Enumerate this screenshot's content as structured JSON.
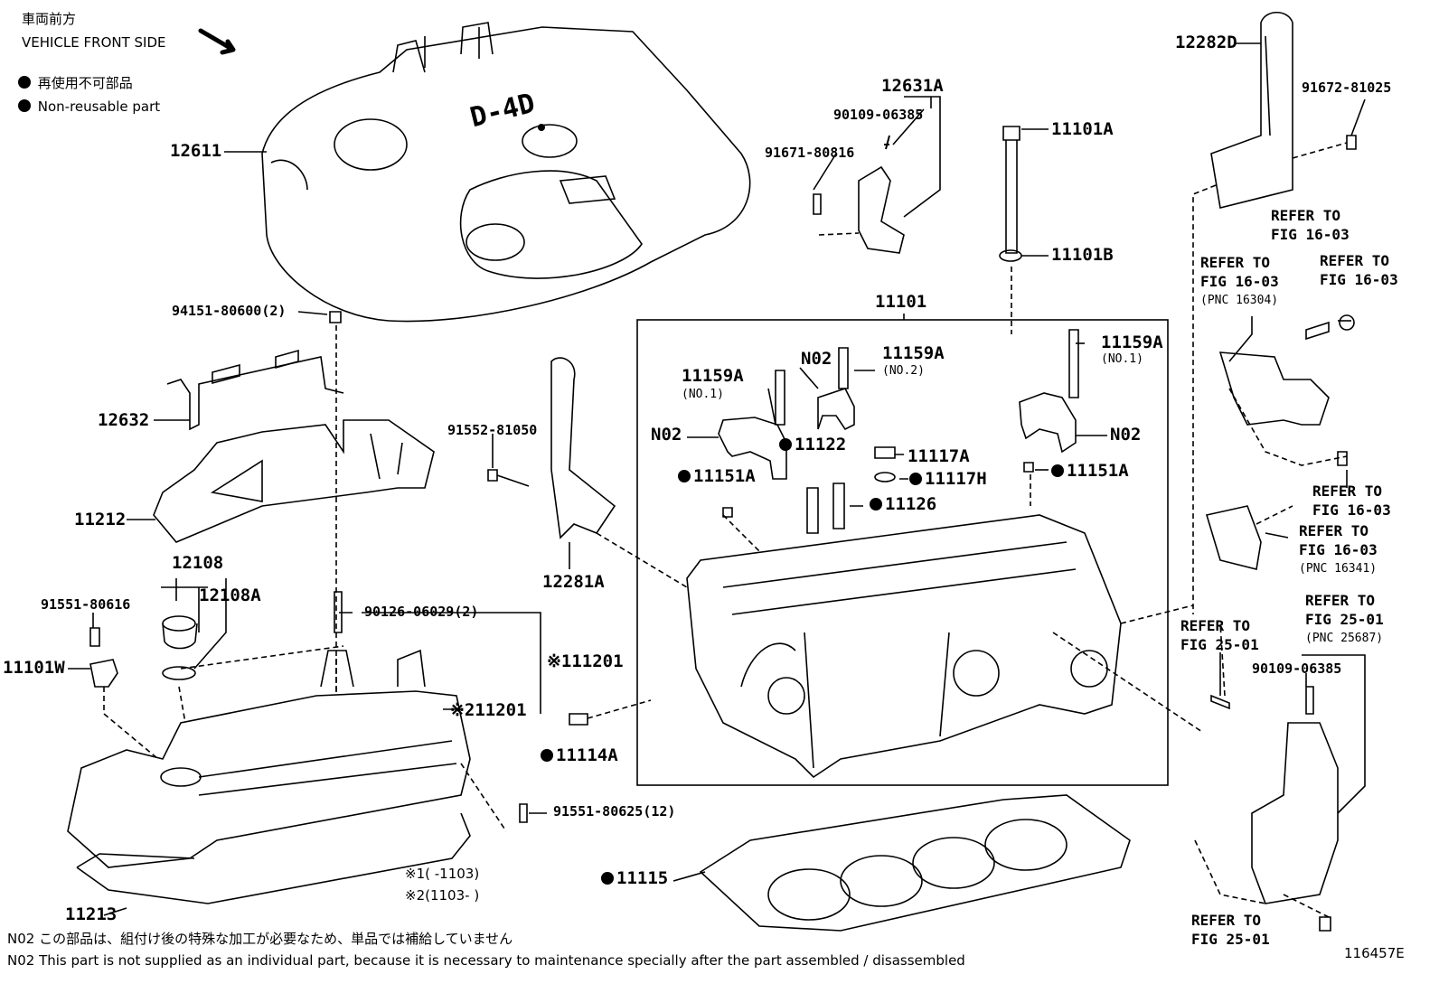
{
  "header": {
    "front_jp": "車両前方",
    "front_en": "VEHICLE FRONT SIDE",
    "legend_jp": "再使用不可部品",
    "legend_en": "Non-reusable part"
  },
  "parts": {
    "p12611": "12611",
    "p12631A": "12631A",
    "p90109_06385_a": "90109-06385",
    "p91671_80816": "91671-80816",
    "p11101A": "11101A",
    "p11101B": "11101B",
    "p11101": "11101",
    "p12282D": "12282D",
    "p91672_81025": "91672-81025",
    "p94151_80600": "94151-80600(2)",
    "p12632": "12632",
    "p11212": "11212",
    "p12108": "12108",
    "p12108A": "12108A",
    "p91551_80616": "91551-80616",
    "p11101W": "11101W",
    "p90126_06029": "90126-06029(2)",
    "p11201_1": "※111201",
    "p11201_2": "※211201",
    "p91552_81050": "91552-81050",
    "p12281A": "12281A",
    "p11114A": "11114A",
    "p91551_80625": "91551-80625(12)",
    "p11213": "11213",
    "p11115": "11115",
    "p11159A_1": "11159A",
    "p11159A_1_sub": "(NO.1)",
    "p11159A_2": "11159A",
    "p11159A_2_sub": "(NO.2)",
    "p11159A_3": "11159A",
    "p11159A_3_sub": "(NO.1)",
    "pN02_a": "N02",
    "pN02_b": "N02",
    "pN02_c": "N02",
    "p11122": "11122",
    "p11151A_a": "11151A",
    "p11151A_b": "11151A",
    "p11117A": "11117A",
    "p11117H": "11117H",
    "p11126": "11126",
    "p90109_06385_b": "90109-06385"
  },
  "refs": {
    "r1": {
      "l1": "REFER TO",
      "l2": "FIG 16-03",
      "l3": ""
    },
    "r2": {
      "l1": "REFER TO",
      "l2": "FIG 16-03",
      "l3": "(PNC 16304)"
    },
    "r3": {
      "l1": "REFER TO",
      "l2": "FIG 16-03",
      "l3": ""
    },
    "r4": {
      "l1": "REFER TO",
      "l2": "FIG 16-03",
      "l3": ""
    },
    "r5": {
      "l1": "REFER TO",
      "l2": "FIG 16-03",
      "l3": "(PNC 16341)"
    },
    "r6": {
      "l1": "REFER TO",
      "l2": "FIG 25-01",
      "l3": "(PNC 25687)"
    },
    "r7": {
      "l1": "REFER TO",
      "l2": "FIG 25-01",
      "l3": ""
    },
    "r8": {
      "l1": "REFER TO",
      "l2": "FIG 25-01",
      "l3": ""
    }
  },
  "notes": {
    "range1": "※1(      -1103)",
    "range2": "※2(1103-      )",
    "n02_jp": "N02  この部品は、組付け後の特殊な加工が必要なため、単品では補給していません",
    "n02_en": "N02  This part is not supplied as an individual part, because it is necessary to maintenance specially after the part assembled / disassembled",
    "figure_id": "116457E"
  },
  "cover_logo": "D-4D"
}
